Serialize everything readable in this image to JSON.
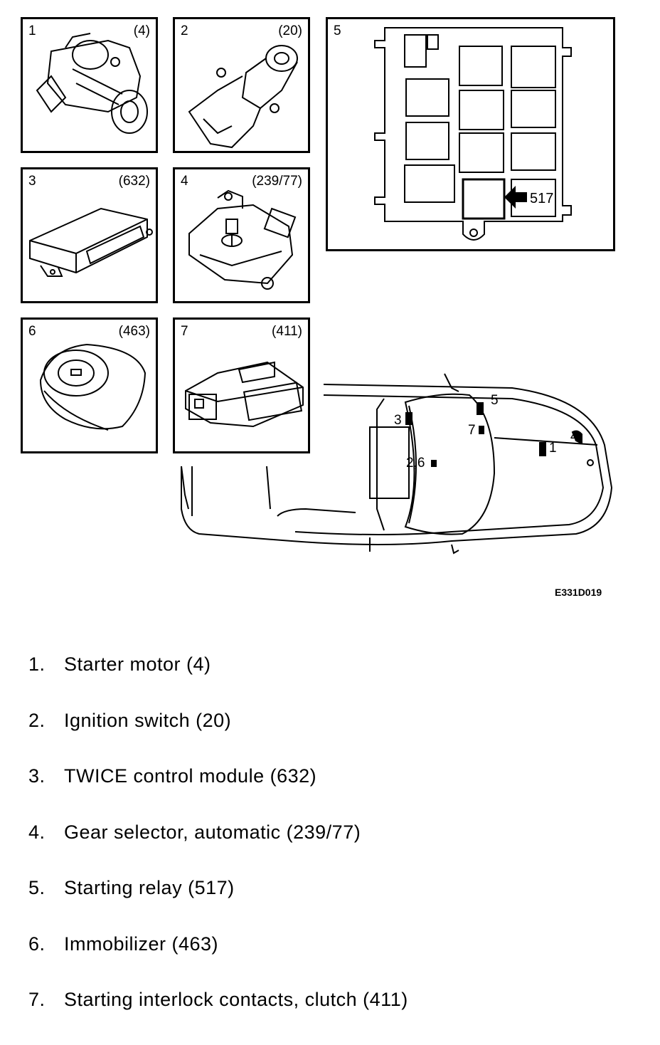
{
  "panels": [
    {
      "num": "1",
      "code": "(4)"
    },
    {
      "num": "2",
      "code": "(20)"
    },
    {
      "num": "3",
      "code": "(632)"
    },
    {
      "num": "4",
      "code": "(239/77)"
    },
    {
      "num": "5",
      "code": "517"
    },
    {
      "num": "6",
      "code": "(463)"
    },
    {
      "num": "7",
      "code": "(411)"
    }
  ],
  "car_labels": {
    "l1": "1",
    "l26": "2,6",
    "l3": "3",
    "l4": "4",
    "l5": "5",
    "l7": "7"
  },
  "figure_code": "E331D019",
  "legend": [
    {
      "num": "1.",
      "text": "Starter motor (4)"
    },
    {
      "num": "2.",
      "text": "Ignition switch (20)"
    },
    {
      "num": "3.",
      "text": "TWICE control module (632)"
    },
    {
      "num": "4.",
      "text": "Gear selector, automatic (239/77)"
    },
    {
      "num": "5.",
      "text": "Starting relay (517)"
    },
    {
      "num": "6.",
      "text": "Immobilizer (463)"
    },
    {
      "num": "7.",
      "text": "Starting interlock contacts, clutch (411)"
    }
  ]
}
